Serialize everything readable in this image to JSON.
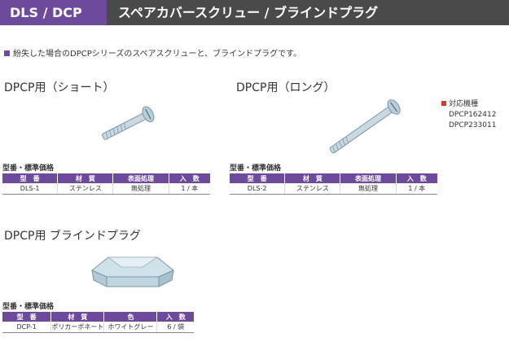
{
  "header": {
    "series": "DLS / DCP",
    "title": "スペアカバースクリュー / ブラインドプラグ"
  },
  "intro": "紛失した場合のDPCPシリーズのスペアスクリューと、ブラインドプラグです。",
  "spec_label": "型番・標準価格",
  "sections": [
    {
      "title": "DPCP用（ショート）",
      "headers": [
        "型　番",
        "材　質",
        "表面処理",
        "入　数"
      ],
      "row": [
        "DLS-1",
        "ステンレス",
        "無処理",
        "1 / 本"
      ]
    },
    {
      "title": "DPCP用（ロング）",
      "headers": [
        "型　番",
        "材　質",
        "表面処理",
        "入　数"
      ],
      "row": [
        "DLS-2",
        "ステンレス",
        "無処理",
        "1 / 本"
      ]
    },
    {
      "title": "DPCP用 ブラインドプラグ",
      "headers": [
        "型　番",
        "材　質",
        "色",
        "入　数"
      ],
      "row": [
        "DCP-1",
        "ポリカーボネート",
        "ホワイトグレー",
        "6 / 袋"
      ]
    }
  ],
  "models": {
    "label": "対応機種",
    "items": [
      "DPCP162412",
      "DPCP233011"
    ]
  }
}
